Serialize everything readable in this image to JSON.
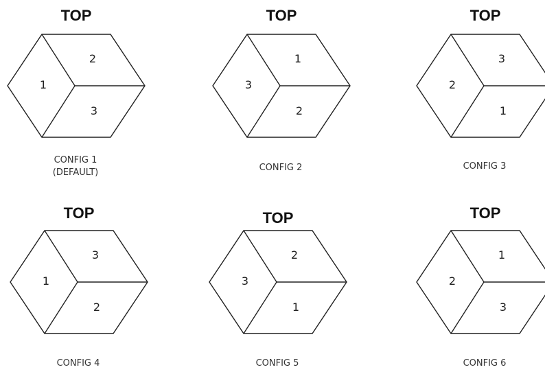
{
  "configs": [
    {
      "title": "TOP",
      "left": "1",
      "top": "2",
      "bottom": "3",
      "caption": [
        "CONFIG 1",
        "(DEFAULT)"
      ]
    },
    {
      "title": "TOP",
      "left": "3",
      "top": "1",
      "bottom": "2",
      "caption": [
        "CONFIG 2"
      ]
    },
    {
      "title": "TOP",
      "left": "2",
      "top": "3",
      "bottom": "1",
      "caption": [
        "CONFIG 3"
      ]
    },
    {
      "title": "TOP",
      "left": "1",
      "top": "3",
      "bottom": "2",
      "caption": [
        "CONFIG 4"
      ]
    },
    {
      "title": "TOP",
      "left": "3",
      "top": "2",
      "bottom": "1",
      "caption": [
        "CONFIG 5"
      ]
    },
    {
      "title": "TOP",
      "left": "2",
      "top": "1",
      "bottom": "3",
      "caption": [
        "CONFIG 6"
      ]
    }
  ]
}
